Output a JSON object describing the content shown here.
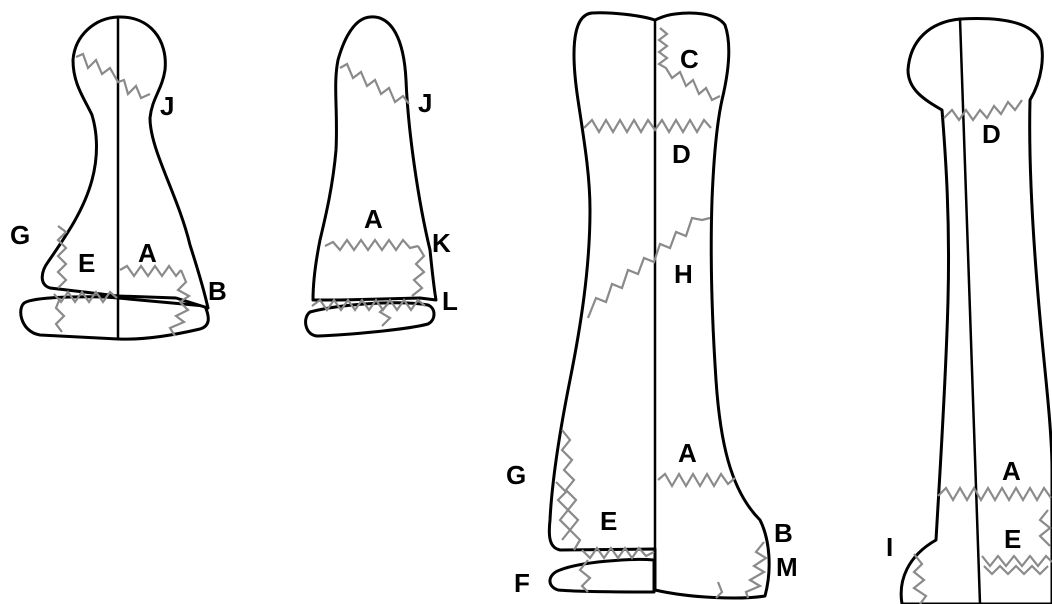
{
  "colors": {
    "outline": "#000000",
    "fracture_line": "#8a8a8a",
    "background": "#ffffff"
  },
  "figures": [
    {
      "name": "phalanx-front-view",
      "labels": [
        "J",
        "G",
        "E",
        "A",
        "B"
      ]
    },
    {
      "name": "phalanx-side-view",
      "labels": [
        "J",
        "A",
        "K",
        "L"
      ]
    },
    {
      "name": "long-bone-front-view",
      "labels": [
        "C",
        "D",
        "H",
        "A",
        "G",
        "E",
        "B",
        "M",
        "F"
      ]
    },
    {
      "name": "long-bone-side-view",
      "labels": [
        "D",
        "A",
        "I",
        "E"
      ]
    }
  ]
}
